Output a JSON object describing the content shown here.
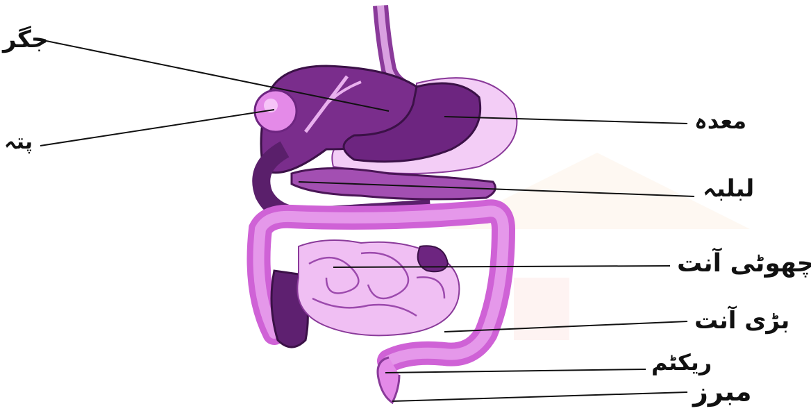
{
  "labels": {
    "liver": "جگر",
    "gallbladder": "پتہ",
    "stomach": "معدہ",
    "pancreas": "لبلبہ",
    "small_intestine": "چھوٹی آنت",
    "large_intestine": "بڑی آنت",
    "rectum": "ریکٹم",
    "anus": "مبرز"
  },
  "colors": {
    "dark_purple": "#5a1f6b",
    "mid_purple": "#8a3a9a",
    "light_pink": "#e9a6ee",
    "magenta": "#d870dc",
    "pale_pink": "#f3cdf6",
    "leader_line": "#111111"
  }
}
